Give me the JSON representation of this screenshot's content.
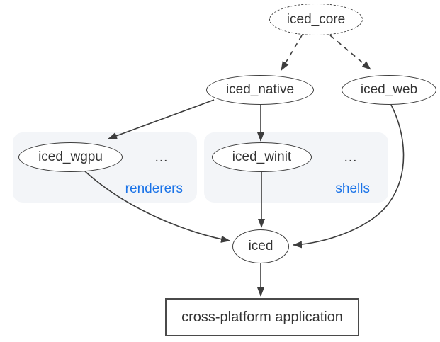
{
  "diagram": {
    "nodes": {
      "iced_core": {
        "label": "iced_core"
      },
      "iced_native": {
        "label": "iced_native"
      },
      "iced_web": {
        "label": "iced_web"
      },
      "iced_wgpu": {
        "label": "iced_wgpu"
      },
      "iced_winit": {
        "label": "iced_winit"
      },
      "iced": {
        "label": "iced"
      },
      "app": {
        "label": "cross-platform application"
      }
    },
    "groups": {
      "renderers": {
        "label": "renderers",
        "ellipsis": "..."
      },
      "shells": {
        "label": "shells",
        "ellipsis": "..."
      }
    },
    "edges": [
      {
        "from": "iced_core",
        "to": "iced_native",
        "style": "dashed"
      },
      {
        "from": "iced_core",
        "to": "iced_web",
        "style": "dashed"
      },
      {
        "from": "iced_native",
        "to": "iced_wgpu",
        "style": "solid"
      },
      {
        "from": "iced_native",
        "to": "iced_winit",
        "style": "solid"
      },
      {
        "from": "iced_wgpu",
        "to": "iced",
        "style": "solid"
      },
      {
        "from": "iced_winit",
        "to": "iced",
        "style": "solid"
      },
      {
        "from": "iced_web",
        "to": "iced",
        "style": "solid"
      },
      {
        "from": "iced",
        "to": "app",
        "style": "solid"
      }
    ],
    "colors": {
      "background": "#ffffff",
      "node_stroke": "#3d3d3d",
      "edge": "#3d3d3d",
      "text": "#333333",
      "group_fill": "#f3f5f8",
      "group_label": "#1a73e8"
    }
  }
}
